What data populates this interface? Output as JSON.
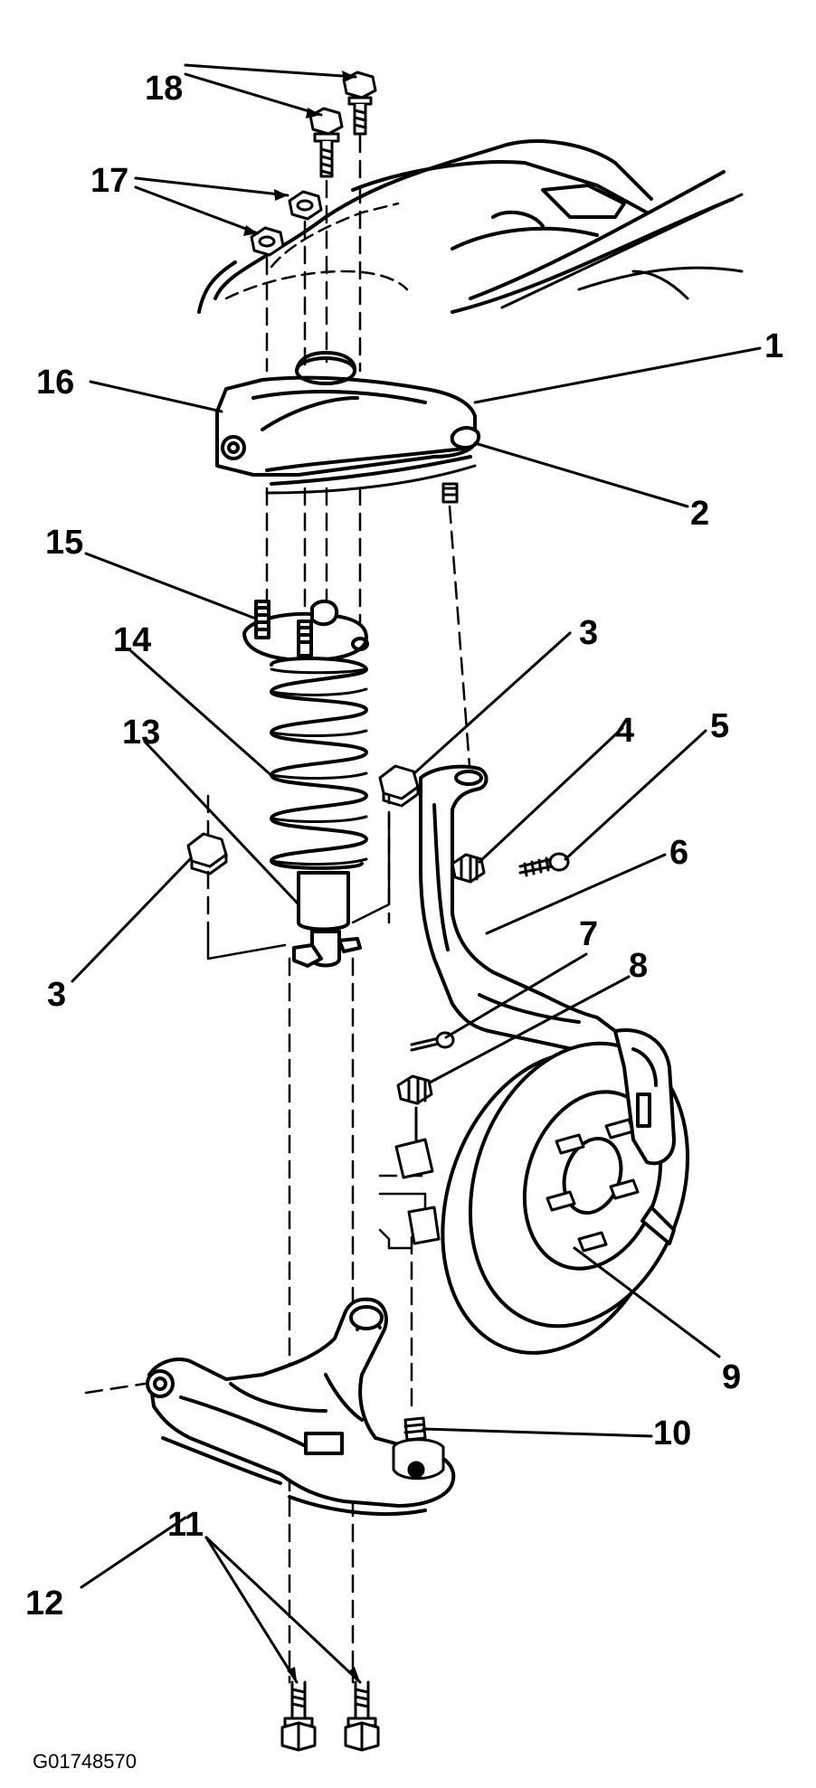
{
  "diagram": {
    "caption": "G01748570",
    "callouts": [
      "1",
      "2",
      "3",
      "3",
      "4",
      "5",
      "6",
      "7",
      "8",
      "9",
      "10",
      "11",
      "12",
      "13",
      "14",
      "15",
      "16",
      "17",
      "18"
    ]
  }
}
